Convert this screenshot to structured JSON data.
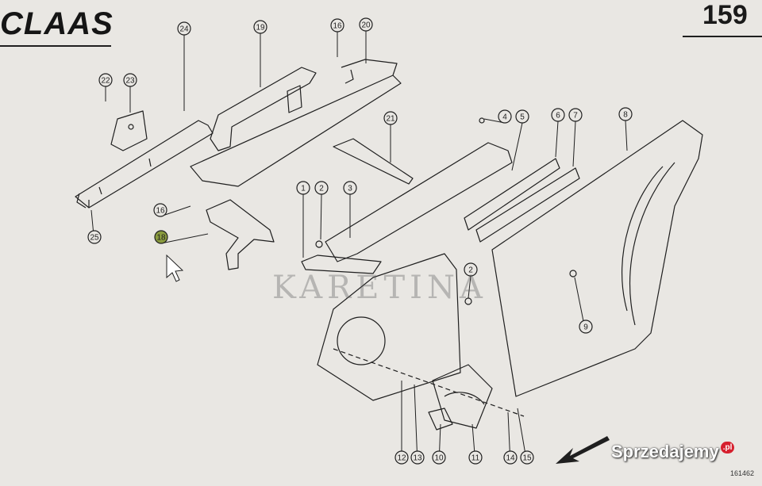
{
  "header": {
    "brand": "CLAAS",
    "page_number": "159"
  },
  "watermark": {
    "text": "KARETINA"
  },
  "marketplace": {
    "name": "Sprzedajemy",
    "suffix": ".pl"
  },
  "footer": {
    "sheet_code": "161462"
  },
  "callouts": [
    {
      "label": "24"
    },
    {
      "label": "19"
    },
    {
      "label": "16"
    },
    {
      "label": "20"
    },
    {
      "label": "22"
    },
    {
      "label": "23"
    },
    {
      "label": "21"
    },
    {
      "label": "4"
    },
    {
      "label": "5"
    },
    {
      "label": "6"
    },
    {
      "label": "7"
    },
    {
      "label": "8"
    },
    {
      "label": "16"
    },
    {
      "label": "18"
    },
    {
      "label": "25"
    },
    {
      "label": "1"
    },
    {
      "label": "2"
    },
    {
      "label": "3"
    },
    {
      "label": "2"
    },
    {
      "label": "9"
    },
    {
      "label": "12"
    },
    {
      "label": "13"
    },
    {
      "label": "10"
    },
    {
      "label": "11"
    },
    {
      "label": "14"
    },
    {
      "label": "15"
    }
  ],
  "colors": {
    "background": "#e9e7e3",
    "ink": "#1f1f1f",
    "highlight": "#8a9b3e"
  }
}
